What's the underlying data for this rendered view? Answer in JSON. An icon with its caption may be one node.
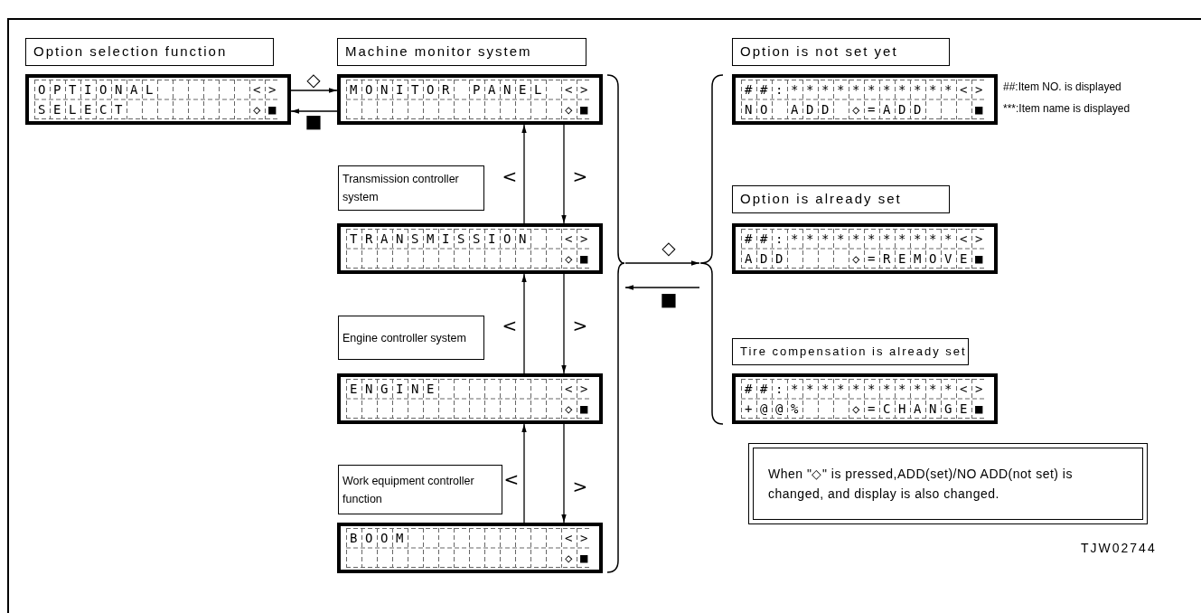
{
  "diagram": {
    "nodes": [
      {
        "text": [
          "Option selection function"
        ]
      },
      {
        "text": [
          "OPTIONAL      <>",
          "SELECT        ◇■"
        ]
      },
      {
        "text": [
          "Machine monitor system"
        ]
      },
      {
        "text": [
          "MONITOR PANEL <>",
          "              ◇■"
        ]
      },
      {
        "text": [
          "Transmission controller system"
        ]
      },
      {
        "text": [
          "TRANSMISSION  <>",
          "              ◇■"
        ]
      },
      {
        "text": [
          "Engine controller system"
        ]
      },
      {
        "text": [
          "ENGINE        <>",
          "              ◇■"
        ]
      },
      {
        "text": [
          "Work equipment controller function"
        ]
      },
      {
        "text": [
          "BOOM          <>",
          "              ◇■"
        ]
      },
      {
        "text": [
          "Option is not set yet"
        ]
      },
      {
        "text": [
          "##:***********<>",
          "NO ADD ◇=ADD   ■"
        ],
        "beside": [
          "##:Item NO. is displayed",
          "***:Item name is displayed"
        ]
      },
      {
        "text": [
          "Option is already set"
        ]
      },
      {
        "text": [
          "##:***********<>",
          "ADD    ◇=REMOVE■"
        ]
      },
      {
        "text": [
          "Tire compensation is already set"
        ]
      },
      {
        "text": [
          "##:***********<>",
          "+@@%   ◇=CHANGE■"
        ]
      },
      {
        "text": [
          "When \"◇\" is pressed,ADD(set)/NO ADD(not set) is changed, and display is also changed."
        ]
      },
      {
        "text": [],
        "shape": "brace"
      },
      {
        "text": [],
        "shape": "brace"
      }
    ],
    "edges": [
      {
        "from": 1,
        "to": 3,
        "arrow": "to",
        "label": "◇"
      },
      {
        "from": 3,
        "to": 1,
        "arrow": "to",
        "label": "■"
      },
      {
        "from": 3,
        "to": 5,
        "arrow": "to",
        "label": ">"
      },
      {
        "from": 5,
        "to": 3,
        "arrow": "to",
        "label": "<"
      },
      {
        "from": 5,
        "to": 7,
        "arrow": "to",
        "label": ">"
      },
      {
        "from": 7,
        "to": 5,
        "arrow": "to",
        "label": "<"
      },
      {
        "from": 7,
        "to": 9,
        "arrow": "to",
        "label": ">"
      },
      {
        "from": 9,
        "to": 7,
        "arrow": "to",
        "label": "<"
      },
      {
        "from": 17,
        "to": 18,
        "arrow": "to",
        "label": "◇"
      },
      {
        "from": 18,
        "to": 17,
        "arrow": "to",
        "label": "■"
      }
    ],
    "labels": [
      "TJW02744"
    ]
  }
}
